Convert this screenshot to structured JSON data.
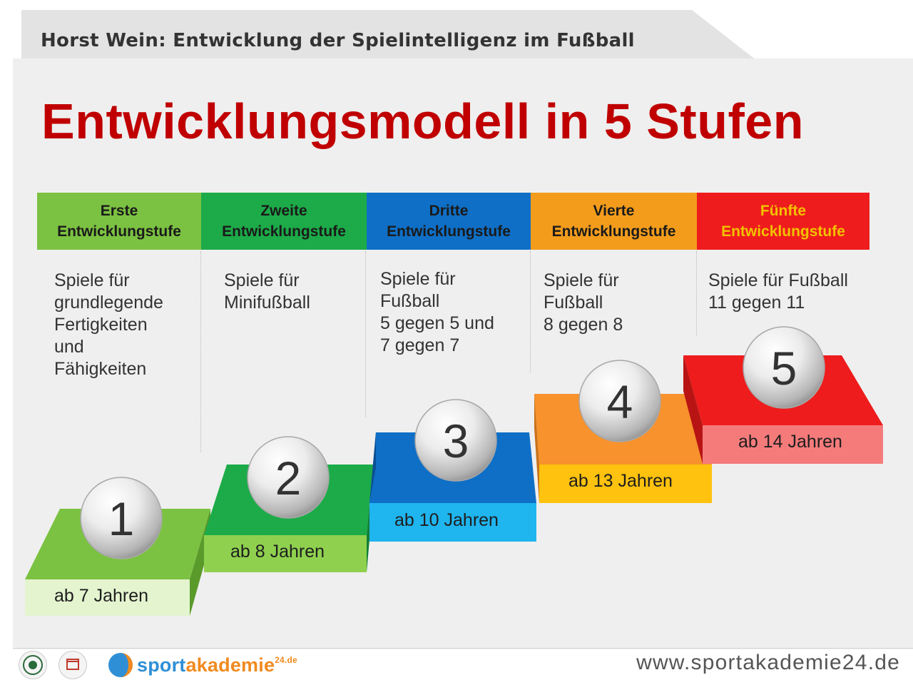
{
  "header": {
    "title": "Horst Wein: Entwicklung der Spielintelligenz im Fußball"
  },
  "main_title": "Entwicklungsmodell in 5 Stufen",
  "stages": [
    {
      "number": "1",
      "header_line1": "Erste",
      "header_line2": "Entwicklungstufe",
      "description": "Spiele für\ngrundlegende\nFertigkeiten\nund\nFähigkeiten",
      "age": "ab 7 Jahren",
      "header_color": "#7cc242",
      "header_text_color": "#1a1a1a",
      "step_top_color": "#7cc242",
      "step_front_color": "#e3f4cf",
      "step_side_color": "#5a9a2a"
    },
    {
      "number": "2",
      "header_line1": "Zweite",
      "header_line2": "Entwicklungstufe",
      "description": "Spiele für\nMinifußball",
      "age": "ab 8 Jahren",
      "header_color": "#1cab48",
      "header_text_color": "#1a1a1a",
      "step_top_color": "#1cab48",
      "step_front_color": "#8fd14f",
      "step_side_color": "#128034"
    },
    {
      "number": "3",
      "header_line1": "Dritte",
      "header_line2": "Entwicklungstufe",
      "description": "Spiele für\nFußball\n5 gegen 5 und\n7 gegen 7",
      "age": "ab 10 Jahren",
      "header_color": "#0f6fc6",
      "header_text_color": "#1a1a1a",
      "step_top_color": "#0f6fc6",
      "step_front_color": "#1fb5ef",
      "step_side_color": "#0a4f92"
    },
    {
      "number": "4",
      "header_line1": "Vierte",
      "header_line2": "Entwicklungstufe",
      "description": "Spiele für\nFußball\n8 gegen 8",
      "age": "ab 13 Jahren",
      "header_color": "#f39c1c",
      "header_text_color": "#1a1a1a",
      "step_top_color": "#f7922c",
      "step_front_color": "#ffc20e",
      "step_side_color": "#c9721a"
    },
    {
      "number": "5",
      "header_line1": "Fünfte",
      "header_line2": "Entwicklungstufe",
      "description": "Spiele für Fußball\n11 gegen 11",
      "age": "ab 14 Jahren",
      "header_color": "#ee1c1c",
      "header_text_color": "#f2c200",
      "step_top_color": "#ee1c1c",
      "step_front_color": "#f57b7b",
      "step_side_color": "#b81414"
    }
  ],
  "footer": {
    "logo_sport": "sport",
    "logo_akademie": "akademie",
    "logo_sup": "24.de",
    "url": "www.sportakademie24.de",
    "logo_sport_color": "#2f8fd6",
    "logo_akademie_color": "#f08a1f"
  }
}
